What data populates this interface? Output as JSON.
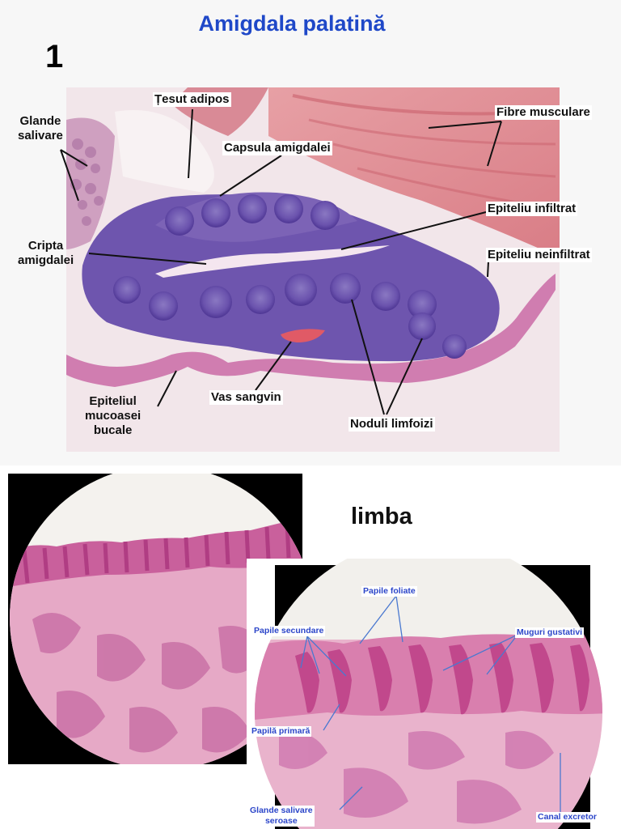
{
  "slide": {
    "title": "Amigdala palatină",
    "number": "1"
  },
  "tonsil_labels": {
    "tesut_adipos": "Țesut adipos",
    "glande_salivare_1": "Glande",
    "glande_salivare_2": "salivare",
    "fibre_musculare": "Fibre musculare",
    "capsula": "Capsula amigdalei",
    "epiteliu_infiltrat": "Epiteliu infiltrat",
    "cripta_1": "Cripta",
    "cripta_2": "amigdalei",
    "epiteliu_neinfiltrat": "Epiteliu neinfiltrat",
    "vas_sangvin": "Vas sangvin",
    "epiteliul_1": "Epiteliul",
    "epiteliul_2": "mucoasei",
    "epiteliul_3": "bucale",
    "noduli": "Noduli limfoizi"
  },
  "tongue": {
    "title": "limba",
    "labels": {
      "papile_foliate": "Papile foliate",
      "papile_secundare": "Papile secundare",
      "muguri_gustativi": "Muguri gustativi",
      "papila_primara": "Papilă primară",
      "glande_seroase_1": "Glande salivare",
      "glande_seroase_2": "seroase",
      "canal_excretor": "Canal excretor"
    }
  },
  "colors": {
    "title_blue": "#1f48c8",
    "label_blue": "#2c46c9",
    "stain_purple": "#5b3f9e",
    "stain_pink": "#e9a3c3"
  }
}
